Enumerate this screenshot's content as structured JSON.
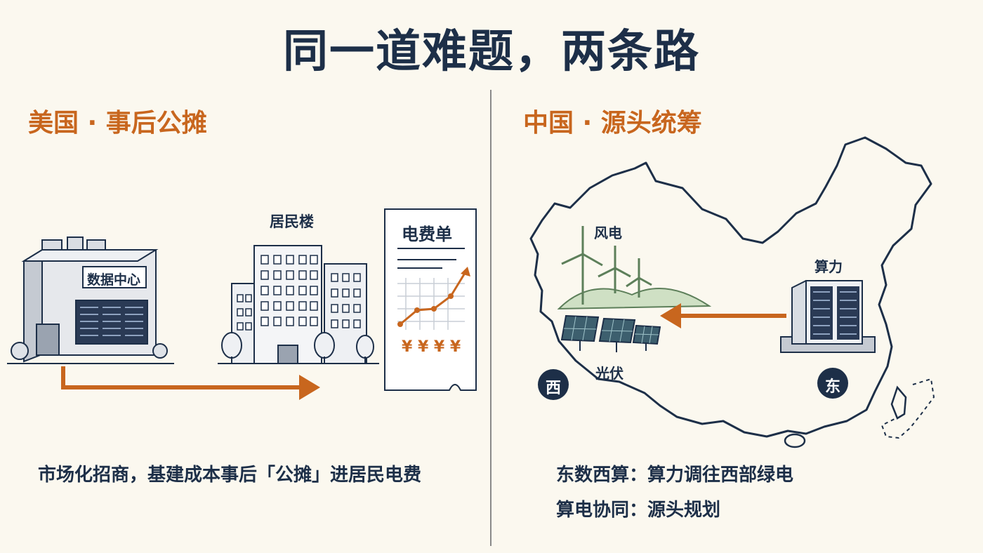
{
  "title": "同一道难题，两条路",
  "left": {
    "heading": "美国 · 事后公摊",
    "datacenter_label": "数据中心",
    "residential_label": "居民楼",
    "bill_title": "电费单",
    "bill_currency": "¥ ¥ ¥ ¥",
    "caption": "市场化招商，基建成本事后「公摊」进居民电费",
    "accent_color": "#c8661e"
  },
  "right": {
    "heading": "中国 · 源头统筹",
    "wind_label": "风电",
    "solar_label": "光伏",
    "compute_label": "算力",
    "west_badge": "西",
    "east_badge": "东",
    "caption_line1": "东数西算：算力调往西部绿电",
    "caption_line2": "算电协同：源头规划",
    "accent_color": "#c8661e"
  },
  "colors": {
    "background": "#fbf8ef",
    "navy": "#1d2f48",
    "orange": "#c8661e",
    "green": "#5d7f5a"
  }
}
